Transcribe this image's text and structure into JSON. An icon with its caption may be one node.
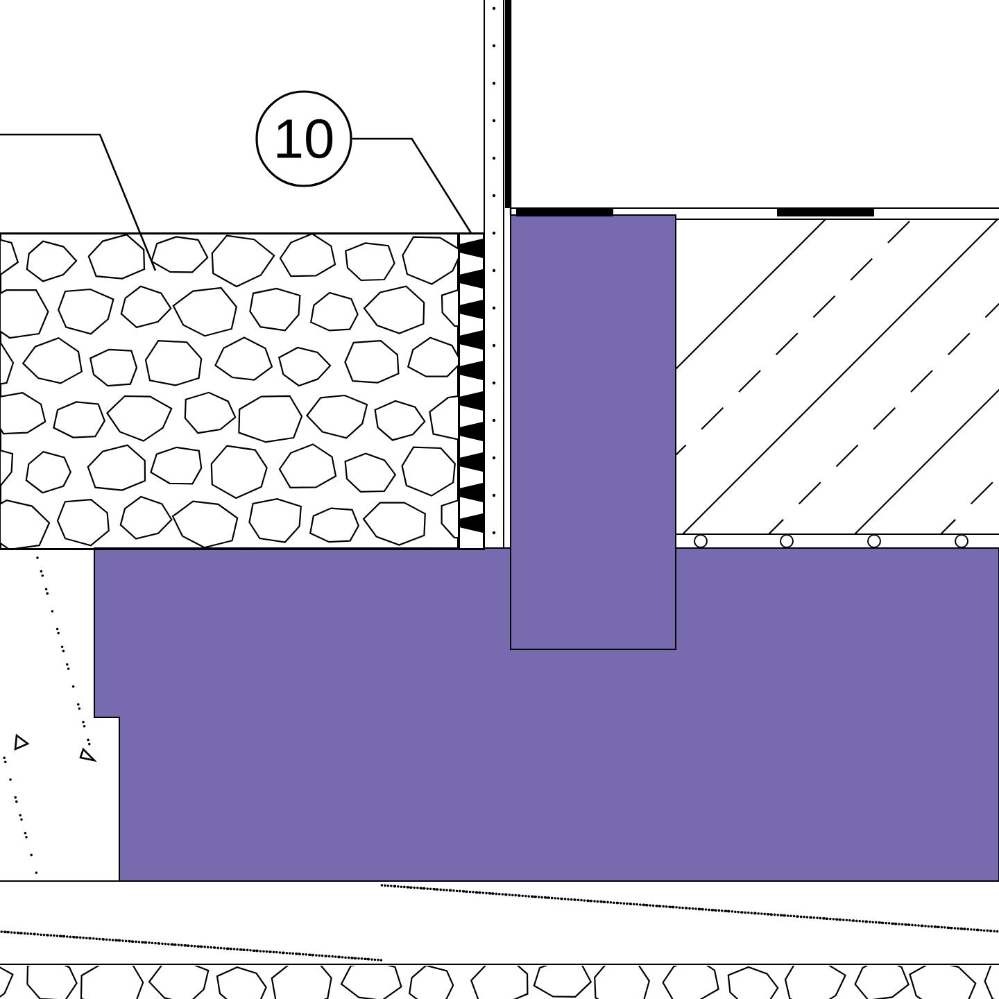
{
  "diagram": {
    "nodes": [
      {
        "text": [
          "10"
        ]
      },
      {
        "text": [],
        "shape": "bar"
      },
      {
        "text": [],
        "shape": "box"
      }
    ],
    "edges": [
      {
        "from": 0,
        "to": 1,
        "arrow": "none"
      },
      {
        "from": null,
        "to": 2,
        "arrow": "none"
      }
    ]
  }
}
